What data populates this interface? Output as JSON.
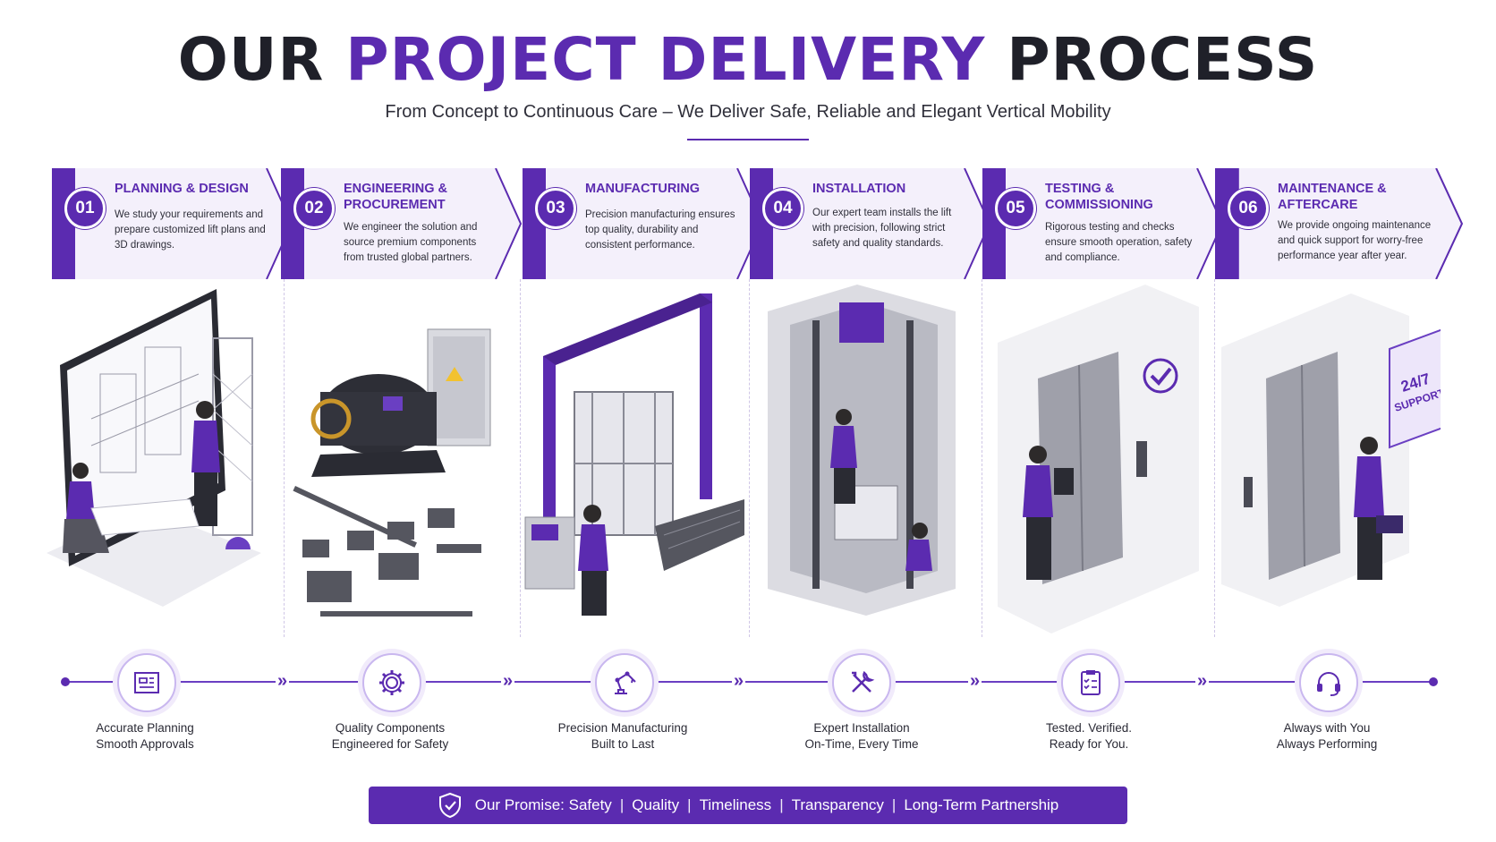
{
  "header": {
    "title_part1": "OUR",
    "title_accent": "PROJECT DELIVERY",
    "title_part2": "PROCESS",
    "subtitle": "From Concept to Continuous Care – We Deliver Safe, Reliable and Elegant Vertical Mobility"
  },
  "steps": [
    {
      "number": "01",
      "title": "PLANNING & DESIGN",
      "description": "We study your requirements and prepare customized lift plans and 3D drawings.",
      "caption_line1": "Accurate Planning",
      "caption_line2": "Smooth Approvals",
      "icon": "blueprint-icon"
    },
    {
      "number": "02",
      "title": "ENGINEERING & PROCUREMENT",
      "description": "We engineer the solution and source premium components from trusted global partners.",
      "caption_line1": "Quality Components",
      "caption_line2": "Engineered for Safety",
      "icon": "gear-icon"
    },
    {
      "number": "03",
      "title": "MANUFACTURING",
      "description": "Precision manufacturing ensures top quality, durability and consistent performance.",
      "caption_line1": "Precision Manufacturing",
      "caption_line2": "Built to Last",
      "icon": "robot-arm-icon"
    },
    {
      "number": "04",
      "title": "INSTALLATION",
      "description": "Our expert team installs the lift with precision, following strict safety and quality standards.",
      "caption_line1": "Expert Installation",
      "caption_line2": "On-Time, Every Time",
      "icon": "tools-icon"
    },
    {
      "number": "05",
      "title": "TESTING & COMMISSIONING",
      "description": "Rigorous testing and checks ensure smooth operation, safety and compliance.",
      "caption_line1": "Tested. Verified.",
      "caption_line2": "Ready for You.",
      "icon": "clipboard-check-icon"
    },
    {
      "number": "06",
      "title": "MAINTENANCE & AFTERCARE",
      "description": "We provide ongoing maintenance and quick support for worry-free performance year after year.",
      "caption_line1": "Always with You",
      "caption_line2": "Always Performing",
      "icon": "headset-icon"
    }
  ],
  "illustrations": {
    "support_sign_line1": "24/7",
    "support_sign_line2": "SUPPORT"
  },
  "promise": {
    "label": "Our Promise:",
    "items": [
      "Safety",
      "Quality",
      "Timeliness",
      "Transparency",
      "Long-Term Partnership"
    ]
  },
  "colors": {
    "accent": "#5b2bb0",
    "text": "#1f2029",
    "banner_bg": "#f4f0fb"
  }
}
